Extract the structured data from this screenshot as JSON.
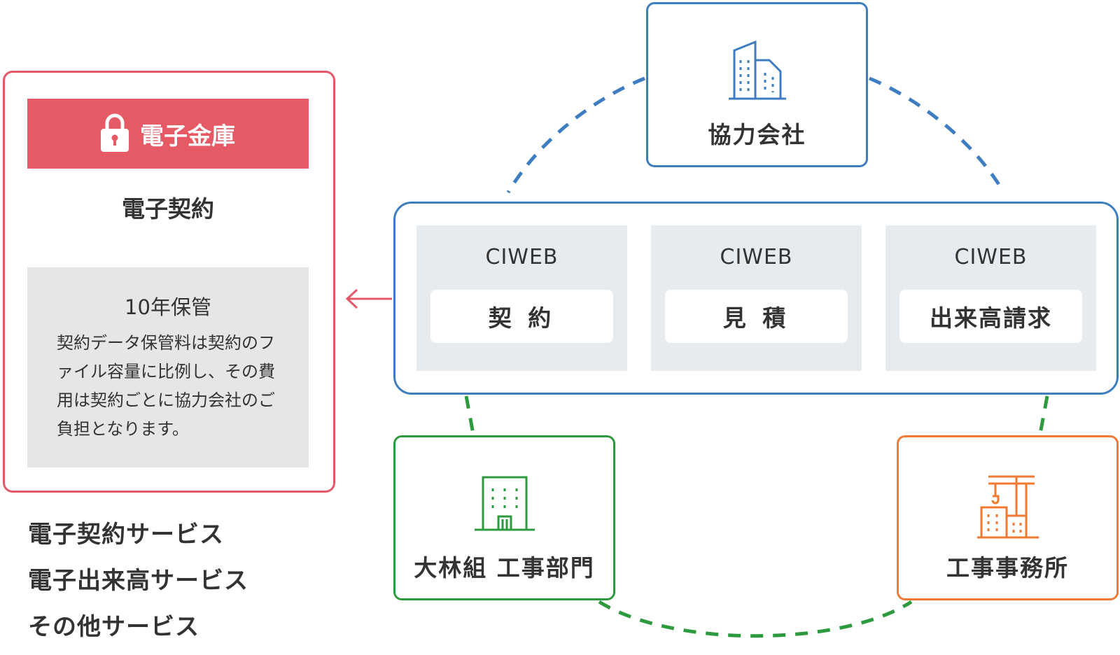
{
  "vault": {
    "header_title": "電子金庫",
    "contract_label": "電子契約",
    "storage": {
      "title": "10年保管",
      "description": "契約データ保管料は契約のファイル容量に比例し、その費用は契約ごとに協力会社のご負担となります。"
    }
  },
  "services": [
    "電子契約サービス",
    "電子出来高サービス",
    "その他サービス"
  ],
  "ciweb": {
    "modules": [
      {
        "brand": "CIWEB",
        "name": "契 約"
      },
      {
        "brand": "CIWEB",
        "name": "見 積"
      },
      {
        "brand": "CIWEB",
        "name": "出来高請求"
      }
    ]
  },
  "parties": {
    "partner": {
      "label": "協力会社",
      "icon": "office-buildings-icon",
      "color": "#3e7dc0"
    },
    "obayashi": {
      "label": "大林組 工事部門",
      "icon": "building-icon",
      "color": "#2e9a3f"
    },
    "site_office": {
      "label": "工事事務所",
      "icon": "construction-crane-icon",
      "color": "#f07a32"
    }
  },
  "colors": {
    "vault_red": "#e65a66",
    "blue": "#3e7dc0",
    "green": "#2e9a3f",
    "orange": "#f07a32",
    "module_bg": "#e5ebee",
    "storage_bg": "#e6e6e6"
  }
}
